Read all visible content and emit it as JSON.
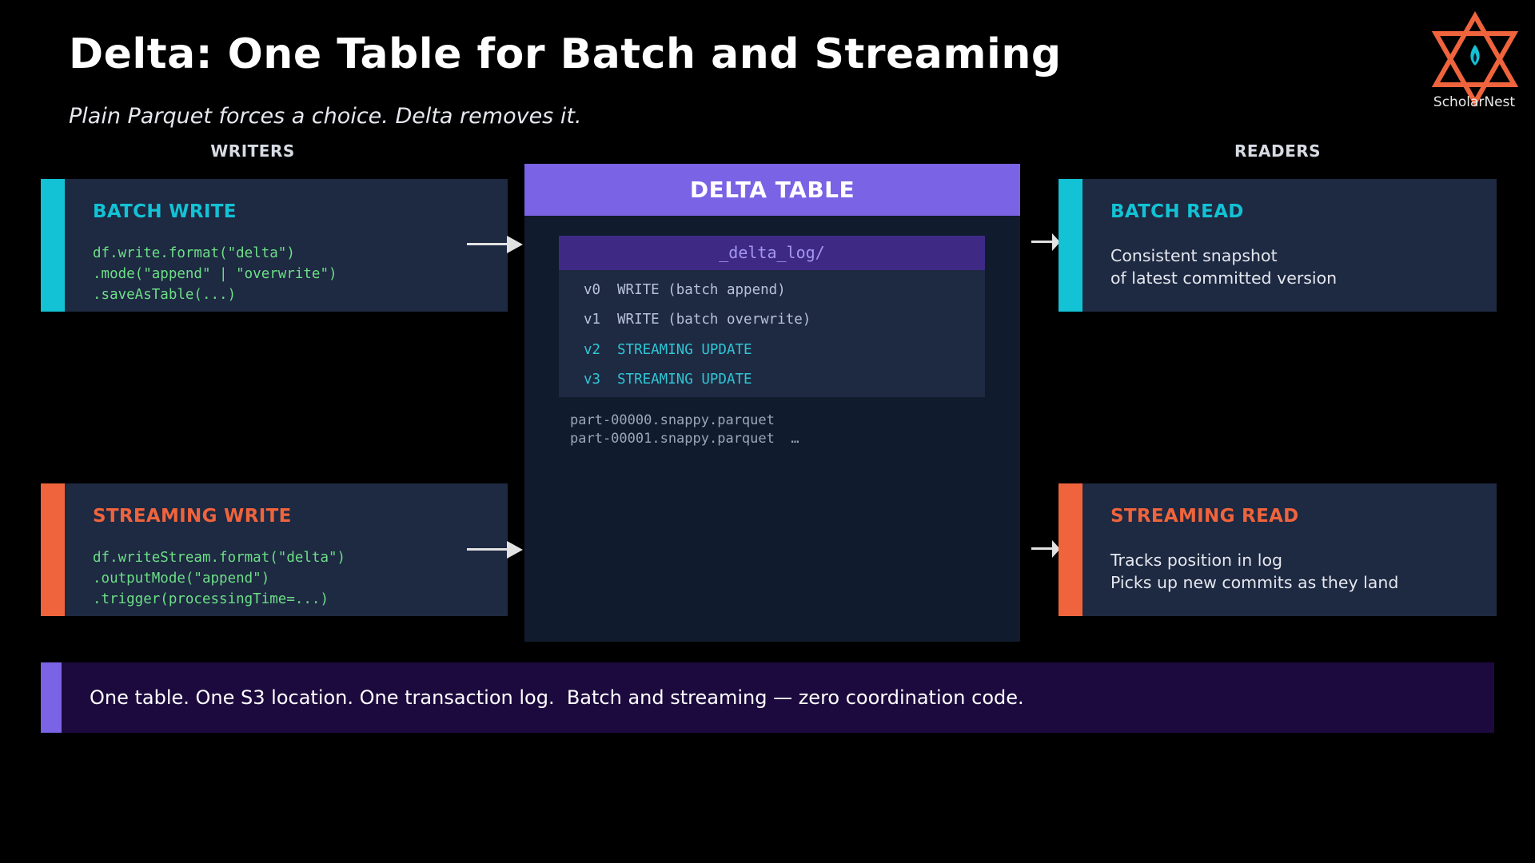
{
  "title": "Delta: One Table for Batch and Streaming",
  "subtitle": "Plain Parquet forces a choice. Delta removes it.",
  "writers_label": "WRITERS",
  "readers_label": "READERS",
  "logo": {
    "text": "ScholarNest",
    "icon": "hexagram-flame-logo",
    "colors": {
      "star": "#ef643c",
      "flame": "#13c2d4"
    }
  },
  "batch_write": {
    "title": "BATCH WRITE",
    "code": "df.write.format(\"delta\")\n.mode(\"append\" | \"overwrite\")\n.saveAsTable(...)"
  },
  "streaming_write": {
    "title": "STREAMING WRITE",
    "code": "df.writeStream.format(\"delta\")\n.outputMode(\"append\")\n.trigger(processingTime=...)"
  },
  "delta_table": {
    "title": "DELTA TABLE",
    "log_title": "_delta_log/",
    "log_entries": [
      {
        "version": "v0",
        "op": "WRITE (batch append)"
      },
      {
        "version": "v1",
        "op": "WRITE (batch overwrite)"
      },
      {
        "version": "v2",
        "op": "STREAMING UPDATE"
      },
      {
        "version": "v3",
        "op": "STREAMING UPDATE"
      }
    ],
    "files": [
      "part-00000.snappy.parquet",
      "part-00001.snappy.parquet  …"
    ]
  },
  "batch_read": {
    "title": "BATCH READ",
    "desc": "Consistent snapshot\nof latest committed version"
  },
  "streaming_read": {
    "title": "STREAMING READ",
    "desc": "Tracks position in log\nPicks up new commits as they land"
  },
  "banner": "One table. One S3 location. One transaction log.  Batch and streaming — zero coordination code.",
  "colors": {
    "batch_accent": "#13c2d4",
    "streaming_accent": "#ef643c",
    "delta_accent": "#7a63e4",
    "code_green": "#6cdf86",
    "card_bg": "#1e2942",
    "background": "#000000"
  }
}
